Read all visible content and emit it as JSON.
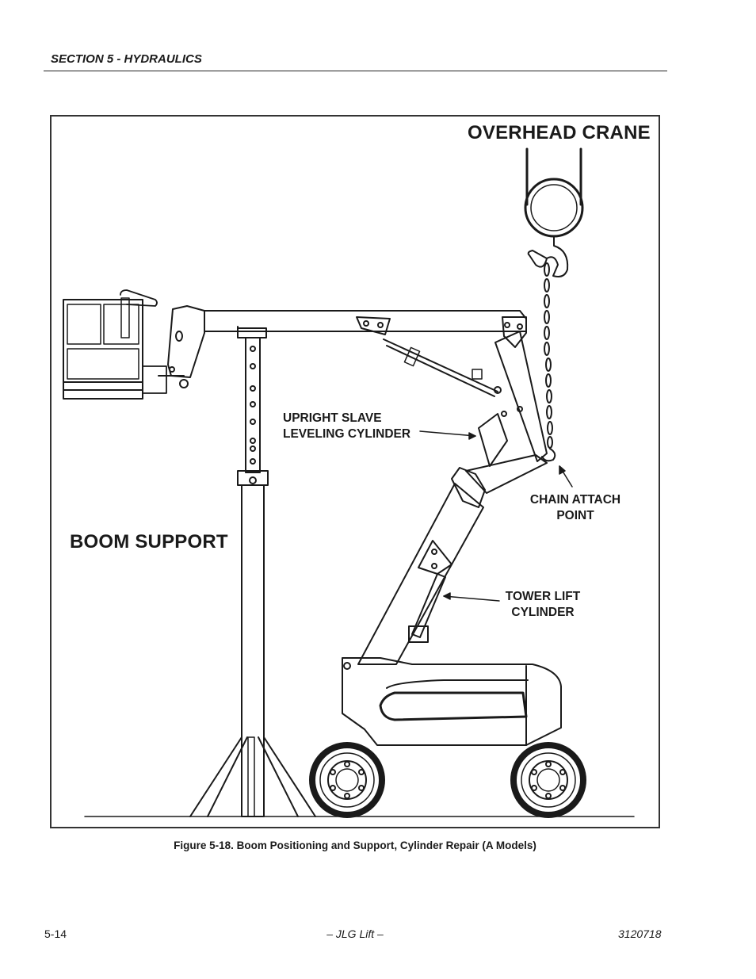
{
  "header": {
    "section_title": "SECTION 5 - HYDRAULICS"
  },
  "figure": {
    "labels": {
      "overhead_crane": "OVERHEAD CRANE",
      "boom_support": "BOOM SUPPORT",
      "upright_slave_line1": "UPRIGHT SLAVE",
      "upright_slave_line2": "LEVELING CYLINDER",
      "chain_attach_line1": "CHAIN ATTACH",
      "chain_attach_line2": "POINT",
      "tower_lift_line1": "TOWER LIFT",
      "tower_lift_line2": "CYLINDER"
    },
    "caption": "Figure 5-18.  Boom Positioning and Support, Cylinder Repair (A Models)"
  },
  "footer": {
    "page_number": "5-14",
    "center": "– JLG Lift –",
    "doc_number": "3120718"
  }
}
